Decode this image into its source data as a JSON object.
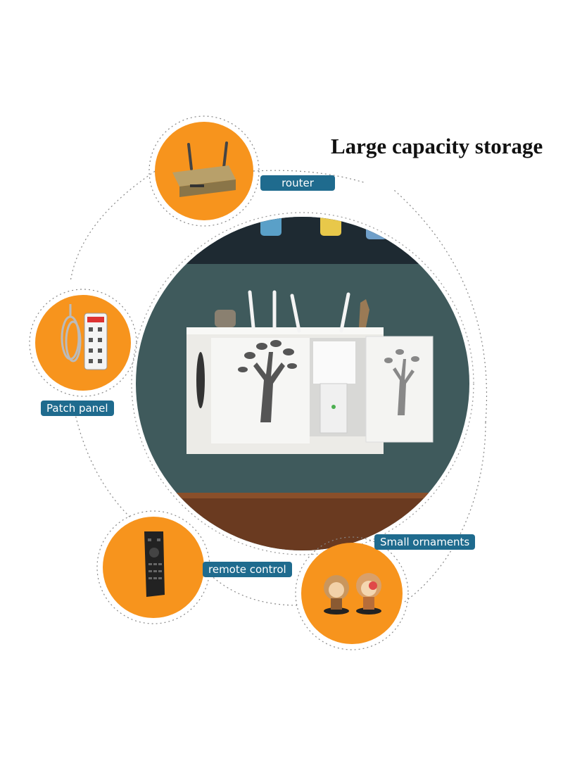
{
  "headline": "Large capacity storage",
  "labels": {
    "router": "router",
    "patch_panel": "Patch panel",
    "remote_control": "remote control",
    "small_ornaments": "Small ornaments"
  },
  "colors": {
    "accent_orange": "#f7941d",
    "label_blue": "#1f6b8e",
    "wall_teal": "#3f5a5c",
    "shelf_white": "#f4f4f2"
  }
}
